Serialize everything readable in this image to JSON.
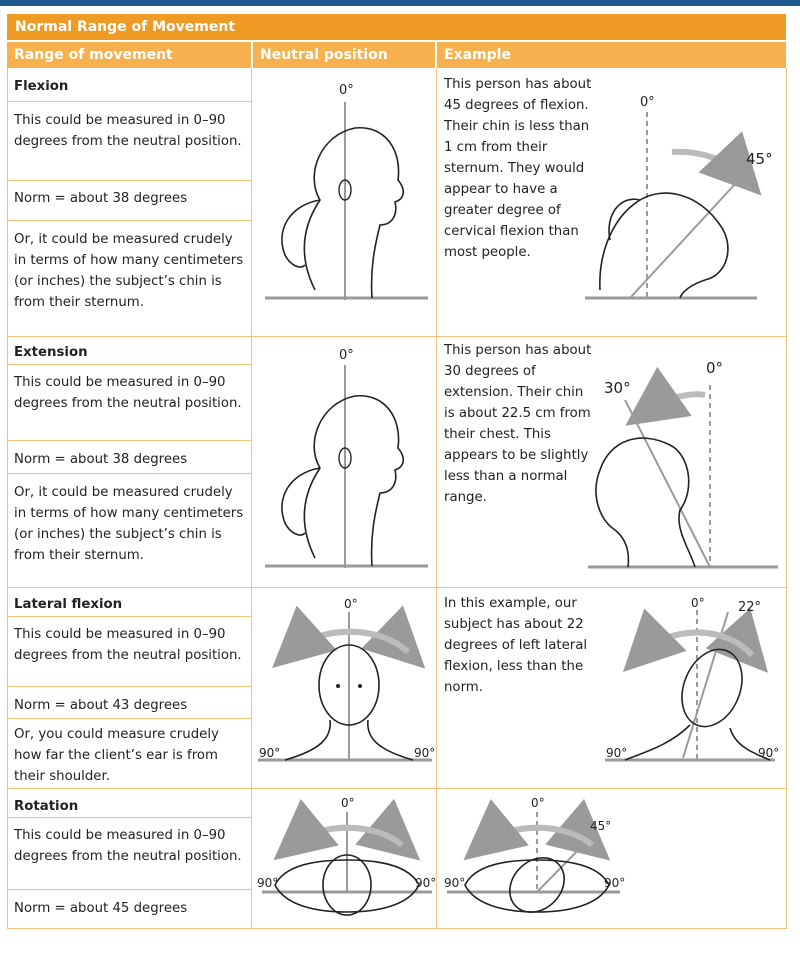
{
  "title": "Normal Range of Movement",
  "headers": [
    "Range of movement",
    "Neutral position",
    "Example"
  ],
  "rows": [
    {
      "name": "Flexion",
      "cells": [
        "This could be measured in 0–90 degrees from the neutral position.",
        "Norm = about 38 degrees",
        "Or, it could be measured crudely in terms of how many centimeters (or inches) the subject’s chin is from their sternum."
      ],
      "neutral_label": "0°",
      "example_text": "This person has about 45 degrees of flexion. Their chin is less than 1 cm from their sternum. They would appear to have a greater degree of cervical flexion than most people.",
      "example_labels": [
        "0°",
        "45°"
      ]
    },
    {
      "name": "Extension",
      "cells": [
        "This could be measured in 0–90 degrees from the neutral position.",
        "Norm = about 38 degrees",
        "Or, it could be measured crudely in terms of how many centimeters (or inches) the subject’s chin is from their sternum."
      ],
      "neutral_label": "0°",
      "example_text": "This person has about 30 degrees of extension. Their chin is about 22.5 cm from their chest. This appears to be slightly less than a normal range.",
      "example_labels": [
        "0°",
        "30°"
      ]
    },
    {
      "name": "Lateral flexion",
      "cells": [
        "This could be measured in 0–90 degrees from the neutral position.",
        "Norm = about 43 degrees",
        "Or, you could measure crudely how far the client’s ear is from their shoulder."
      ],
      "neutral_labels": [
        "0°",
        "90°",
        "90°"
      ],
      "example_text": "In this example, our subject has about 22 degrees of left lateral flexion, less than the norm.",
      "example_labels": [
        "0°",
        "22°",
        "90°",
        "90°"
      ]
    },
    {
      "name": "Rotation",
      "cells": [
        "This could be measured in 0–90 degrees from the neutral position.",
        "Norm = about 45 degrees"
      ],
      "neutral_labels": [
        "0°",
        "90°",
        "90°"
      ],
      "example_labels": [
        "0°",
        "45°",
        "90°",
        "90°"
      ]
    }
  ]
}
